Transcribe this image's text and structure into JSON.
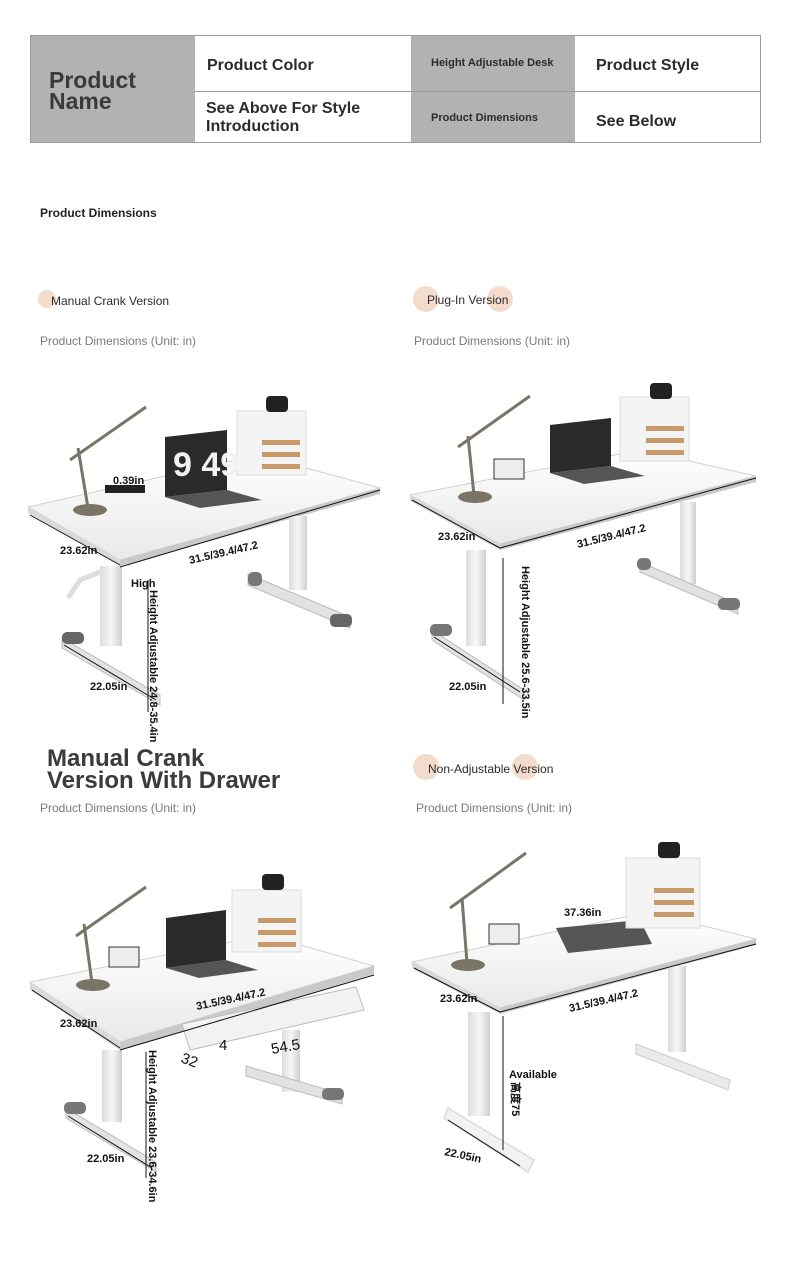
{
  "spec_table": {
    "product_name": "Product Name",
    "product_color": "Product Color",
    "style_intro": "See Above For Style Introduction",
    "height_adjustable": "Height Adjustable Desk",
    "product_dimensions": "Product Dimensions",
    "product_style": "Product Style",
    "see_below": "See Below"
  },
  "section_heading": "Product Dimensions",
  "panels": [
    {
      "label": "Manual Crank Version",
      "unit": "Product Dimensions (Unit: in)",
      "clock": "9 49",
      "dims": {
        "depth": "23.62in",
        "width": "31.5/39.4/47.2",
        "foot": "22.05in",
        "thick": "0.39in",
        "high": "High",
        "height": "Height Adjustable 24.8-35.4in"
      }
    },
    {
      "label": "Plug-In Version",
      "unit": "Product Dimensions (Unit: in)",
      "dims": {
        "depth": "23.62in",
        "width": "31.5/39.4/47.2",
        "foot": "22.05in",
        "height": "Height Adjustable 25.6-33.5in"
      }
    },
    {
      "label": "Manual Crank Version With Drawer",
      "unit": "Product Dimensions (Unit: in)",
      "dims": {
        "depth": "23.62in",
        "width": "31.5/39.4/47.2",
        "foot": "22.05in",
        "d1": "32",
        "d2": "4",
        "d3": "54.5",
        "height": "Height Adjustable 23.6-34.6in"
      }
    },
    {
      "label": "Non-Adjustable Version",
      "unit": "Product Dimensions (Unit: in)",
      "dims": {
        "depth": "23.62in",
        "width": "31.5/39.4/47.2",
        "foot": "22.05in",
        "laptop": "37.36in",
        "available": "Available",
        "height": "高度75"
      }
    }
  ]
}
